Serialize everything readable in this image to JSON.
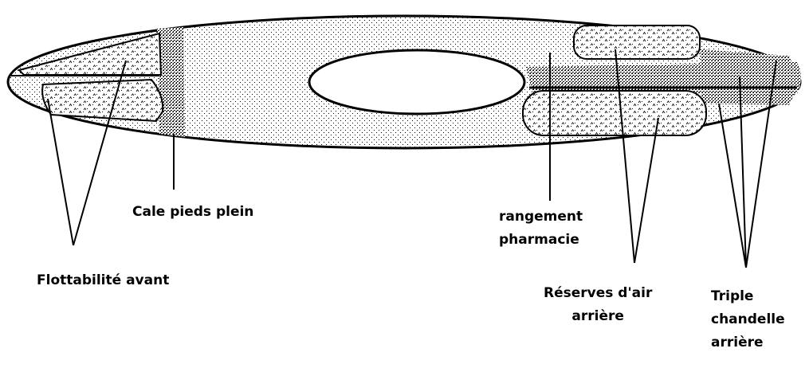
{
  "labels": {
    "cale_pieds": "Cale pieds plein",
    "flottabilite": "Flottabilité avant",
    "rangement_line1": "rangement",
    "rangement_line2": "pharmacie",
    "reserves_line1": "Réserves d'air",
    "reserves_line2": "arrière",
    "triple_line1": "Triple",
    "triple_line2": "chandelle",
    "triple_line3": "arrière"
  },
  "colors": {
    "ink": "#000000",
    "paper": "#ffffff"
  }
}
